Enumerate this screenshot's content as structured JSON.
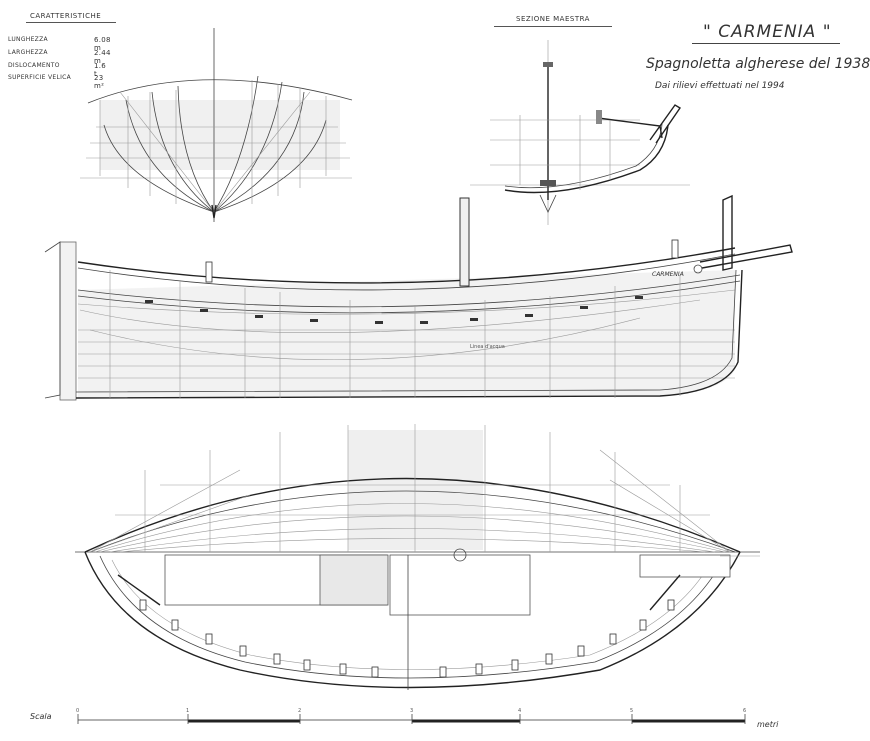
{
  "specs": {
    "header": "CARATTERISTICHE",
    "rows": [
      {
        "label": "LUNGHEZZA",
        "value": "6.08 m"
      },
      {
        "label": "LARGHEZZA",
        "value": "2.44 m"
      },
      {
        "label": "DISLOCAMENTO",
        "value": "1.6 t"
      },
      {
        "label": "SUPERFICIE VELICA",
        "value": "23 m²"
      }
    ]
  },
  "title": "\" CARMENIA \"",
  "subtitle": "Spagnoletta algherese del 1938",
  "survey_note": "Dai rilievi effettuati nel 1994",
  "section_label": "SEZIONE MAESTRA",
  "hull_name": "CARMENIA",
  "waterline_label": "Linea d'acqua",
  "scale": {
    "label": "Scala",
    "unit": "metri",
    "ticks": [
      "0",
      "1",
      "2",
      "3",
      "4",
      "5",
      "6"
    ]
  },
  "colors": {
    "ink": "#333333",
    "paper": "#ffffff",
    "shade": "#d8d8d8"
  }
}
